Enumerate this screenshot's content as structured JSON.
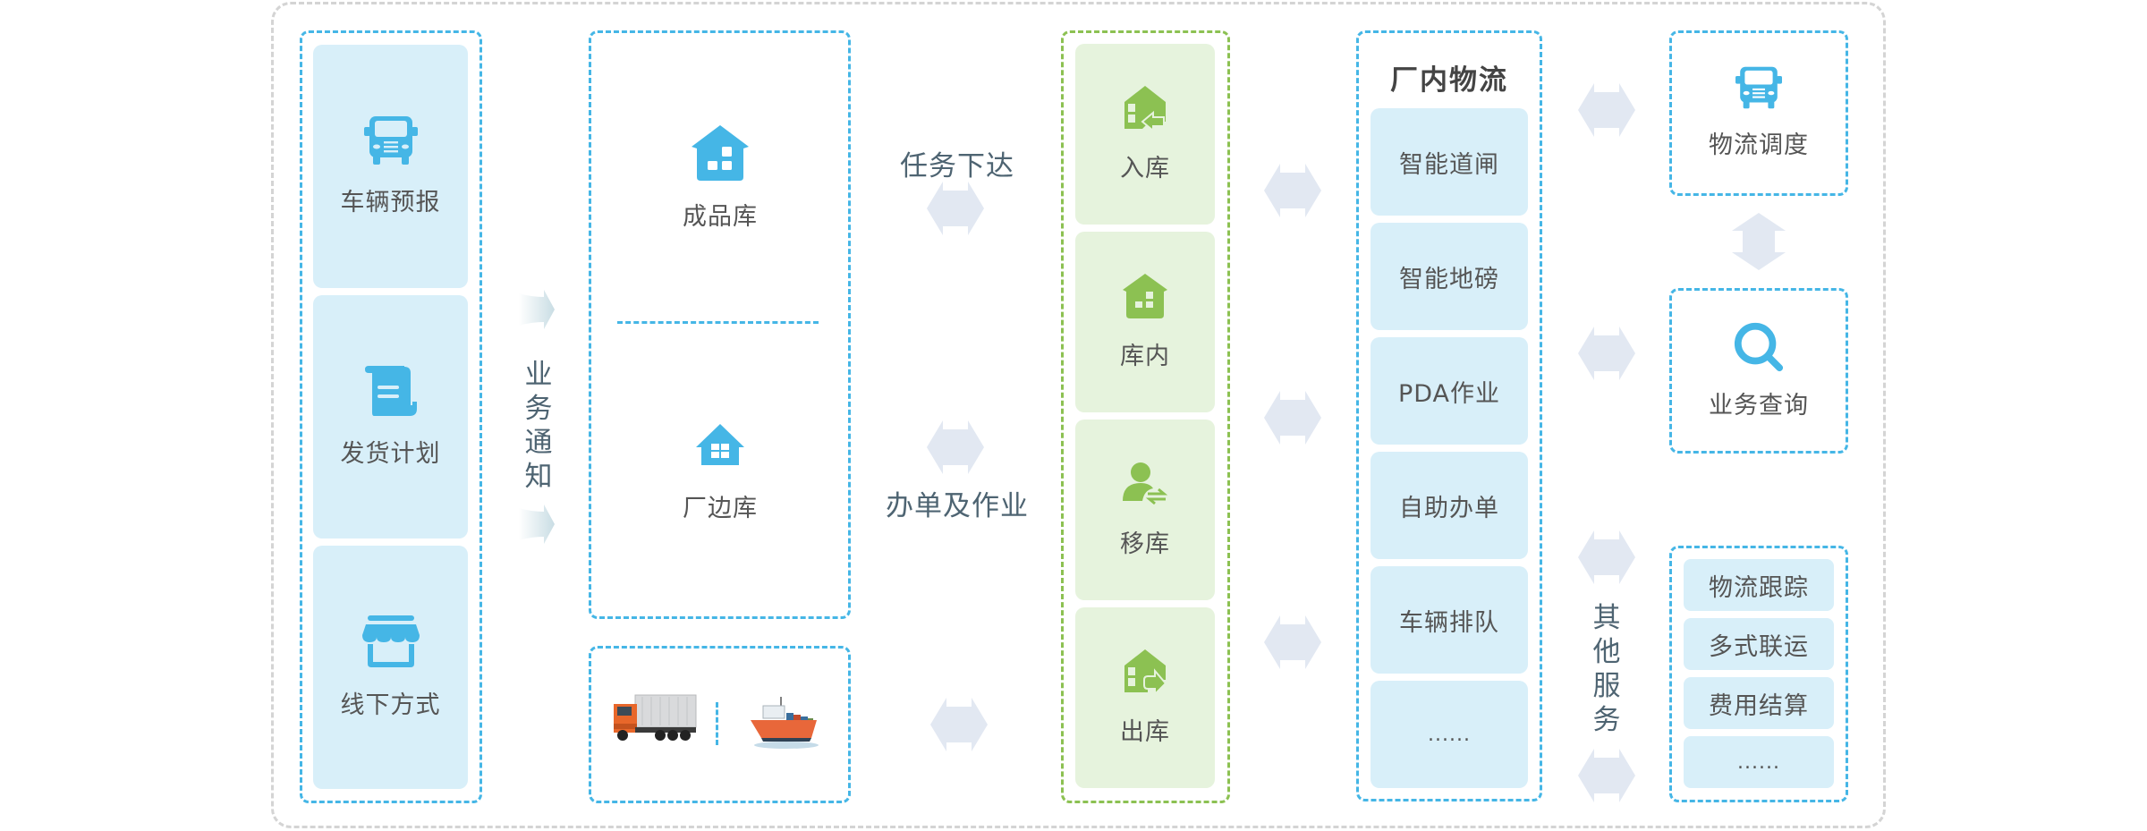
{
  "colors": {
    "blue_accent": "#45b6e6",
    "blue_card": "#d8eff9",
    "green_accent": "#8cc152",
    "green_card": "#e6f3dd",
    "arrow": "#e2e8f2",
    "outer_border": "#d4d4d4",
    "text": "#555555",
    "flow_text": "#4e6472"
  },
  "sources": {
    "items": [
      {
        "label": "车辆预报",
        "icon": "truck-icon"
      },
      {
        "label": "发货计划",
        "icon": "scroll-document-icon"
      },
      {
        "label": "线下方式",
        "icon": "storefront-icon"
      }
    ]
  },
  "notify_label": [
    "业",
    "务",
    "通",
    "知"
  ],
  "warehouses": {
    "items": [
      {
        "label": "成品库",
        "icon": "warehouse-house-icon"
      },
      {
        "label": "厂边库",
        "icon": "small-house-icon"
      }
    ]
  },
  "transport": {
    "items": [
      {
        "name": "truck-photo",
        "icon": "cargo-truck-image"
      },
      {
        "name": "ship-photo",
        "icon": "container-ship-image"
      }
    ]
  },
  "flows": {
    "task_issue": "任务下达",
    "order_ops": "办单及作业"
  },
  "warehouse_ops": {
    "items": [
      {
        "label": "入库",
        "icon": "inbound-house-icon"
      },
      {
        "label": "库内",
        "icon": "house-icon"
      },
      {
        "label": "移库",
        "icon": "user-transfer-icon"
      },
      {
        "label": "出库",
        "icon": "outbound-house-icon"
      }
    ]
  },
  "inplant": {
    "title": "厂内物流",
    "items": [
      "智能道闸",
      "智能地磅",
      "PDA作业",
      "自助办单",
      "车辆排队",
      "......"
    ]
  },
  "other_services_label": [
    "其",
    "他",
    "服",
    "务"
  ],
  "right": {
    "dispatch": {
      "label": "物流调度",
      "icon": "truck-icon"
    },
    "query": {
      "label": "业务查询",
      "icon": "search-icon"
    },
    "services": [
      "物流跟踪",
      "多式联运",
      "费用结算",
      "......"
    ]
  }
}
